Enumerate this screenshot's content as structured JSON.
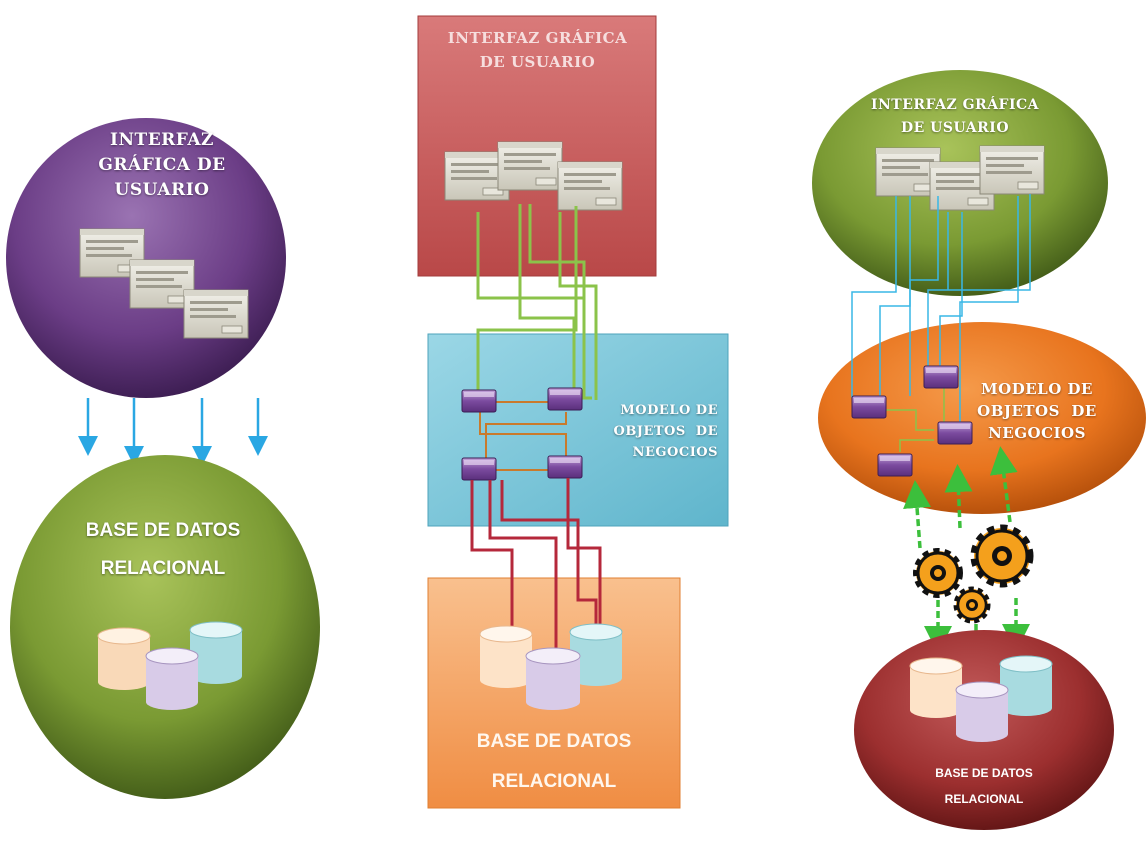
{
  "left": {
    "gui_lines": [
      "INTERFAZ",
      "GRÁFICA DE",
      "USUARIO"
    ],
    "db_lines": [
      "BASE DE DATOS",
      "RELACIONAL"
    ]
  },
  "middle": {
    "gui_lines": [
      "INTERFAZ GRÁFICA",
      "DE USUARIO"
    ],
    "model_lines": [
      "MODELO DE",
      "OBJETOS  DE",
      "NEGOCIOS"
    ],
    "db_lines": [
      "BASE DE DATOS",
      "RELACIONAL"
    ]
  },
  "right": {
    "gui_lines": [
      "INTERFAZ GRÁFICA",
      "DE USUARIO"
    ],
    "model_lines": [
      "MODELO DE",
      "OBJETOS  DE",
      "NEGOCIOS"
    ],
    "db_lines": [
      "BASE DE DATOS",
      "RELACIONAL"
    ]
  },
  "colors": {
    "purple": "#6b3d86",
    "green": "#7a9a33",
    "red_panel": "#c95f5f",
    "blue_panel": "#7cc7d8",
    "orange_panel": "#f6a869",
    "orange_ellipse": "#e8741e",
    "dark_red": "#9c2f2f",
    "arrow_blue": "#2aa7e3",
    "line_green": "#8bc34a",
    "line_brown": "#c97a2c",
    "line_crimson": "#b5283b",
    "line_cyan": "#39b7e6",
    "gear_orange": "#f4a01c"
  }
}
